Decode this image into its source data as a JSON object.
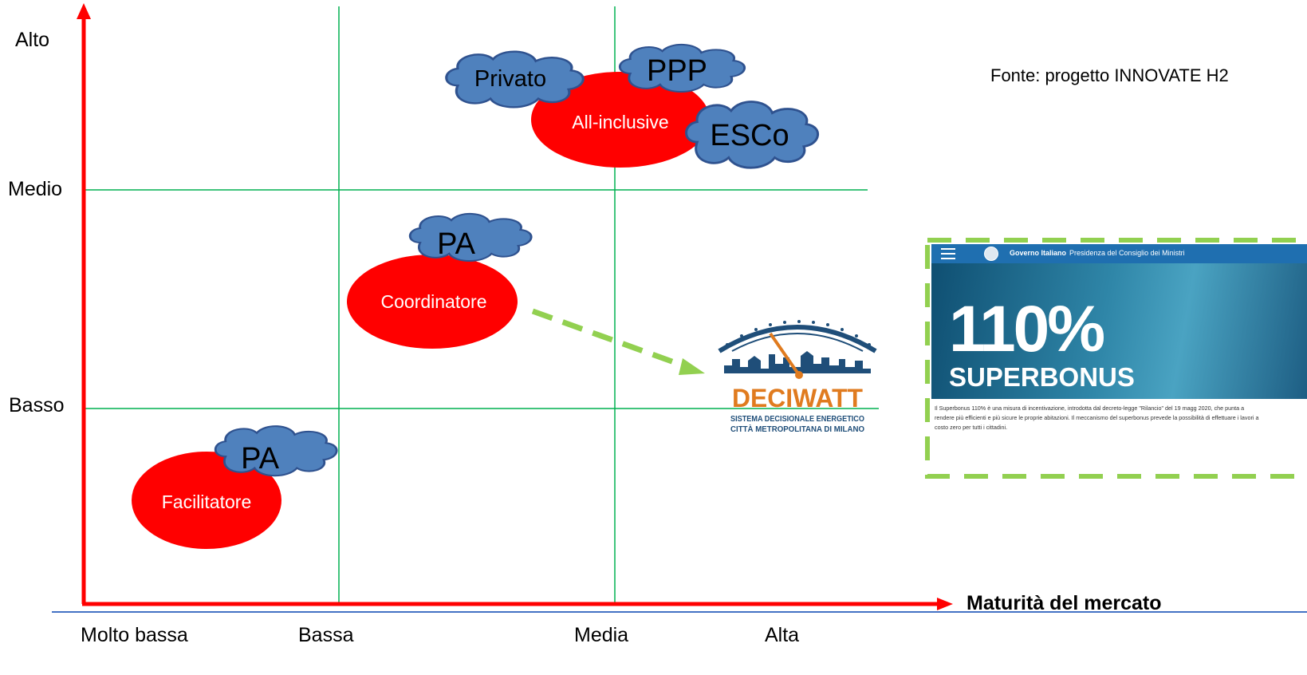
{
  "y_axis": {
    "levels": [
      "Alto",
      "Medio",
      "Basso"
    ]
  },
  "x_axis": {
    "title": "Maturità del mercato",
    "levels": [
      "Molto bassa",
      "Bassa",
      "Media",
      "Alta"
    ]
  },
  "roles": [
    {
      "label": "Facilitatore",
      "cloud": "PA"
    },
    {
      "label": "Coordinatore",
      "cloud": "PA"
    },
    {
      "label": "All-inclusive",
      "clouds": [
        "Privato",
        "PPP",
        "ESCo"
      ]
    }
  ],
  "source_note": "Fonte: progetto INNOVATE H2",
  "deciwatt": {
    "name": "DECIWATT",
    "line1": "SISTEMA DECISIONALE ENERGETICO",
    "line2": "CITTÀ METROPOLITANA DI MILANO"
  },
  "superbonus_screenshot": {
    "header_bold": "Governo Italiano",
    "header_rest": "Presidenza del Consiglio dei Ministri",
    "percent": "110%",
    "word": "SUPERBONUS",
    "caption": "Il Superbonus 110% è una misura di incentivazione, introdotta dal decreto-legge \"Rilancio\" del 19 magg 2020, che punta a rendere più efficienti e più sicure le proprie abitazioni. Il meccanismo del superbonus prevede la possibilità di effettuare i lavori a costo zero per tutti i cittadini."
  },
  "colors": {
    "axis": "#ff0000",
    "grid": "#00b050",
    "role_ellipse": "#ff0000",
    "cloud_fill": "#4f81bd",
    "cloud_stroke": "#2f528f",
    "dashed_arrow": "#92d050",
    "baseline": "#4472c4",
    "deciwatt_orange": "#e07b1f",
    "deciwatt_blue": "#1f4e79"
  }
}
